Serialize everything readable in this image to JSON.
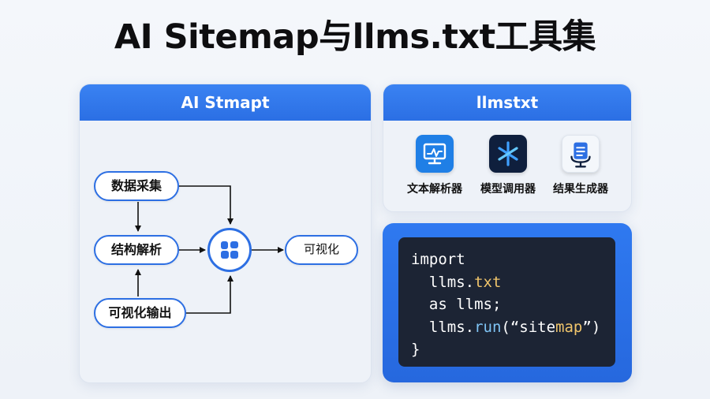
{
  "page": {
    "title": "AI Sitemap与llms.txt工具集"
  },
  "left_panel": {
    "title": "AI Stmapt",
    "nodes": {
      "collect": "数据采集",
      "parse": "结构解析",
      "output": "可视化输出",
      "visual": "可视化"
    },
    "hub_icon": "grid-blocks-icon"
  },
  "right_panel": {
    "title": "llmstxt",
    "tools": [
      {
        "label": "文本解析器",
        "icon": "monitor-chart-icon",
        "color": "#1f7fe6"
      },
      {
        "label": "模型调用器",
        "icon": "asterisk-spark-icon",
        "color": "#0f1f3d"
      },
      {
        "label": "结果生成器",
        "icon": "document-stand-icon",
        "color": "#f4f7fb"
      }
    ]
  },
  "code": {
    "lines": [
      {
        "plain": "import"
      },
      {
        "plain": "  llms.",
        "mod": "txt"
      },
      {
        "plain": "  as llms;"
      },
      {
        "plain": "  llms.",
        "fn": "run",
        "after": "(“site",
        "str": "map",
        "end": "”)"
      },
      {
        "plain": "}"
      }
    ]
  },
  "colors": {
    "accent": "#2d6fe3",
    "header": "#3a82f2",
    "code_bg": "#1c2434",
    "code_keyword": "#f0c56b",
    "code_function": "#7fc4f5"
  }
}
